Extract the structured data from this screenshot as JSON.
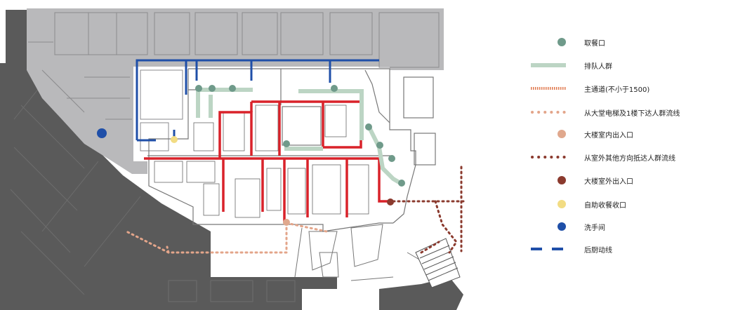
{
  "colors": {
    "pickup": "#6f9a8a",
    "queue": "#bcd5c4",
    "main_aisle": "#e07a4f",
    "inner_flow": "#e3a58a",
    "inner_entrance": "#e0a88d",
    "outer_flow": "#8b3a2e",
    "outer_entrance": "#8b3a2e",
    "tray_return": "#f2dc83",
    "washroom": "#1f4fa8",
    "kitchen_route": "#1f4fa8",
    "red_route": "#d9222a",
    "dark_building": "#585858",
    "grey_building": "#b9b9bb"
  },
  "legend": [
    {
      "symbol": "pickup-dot-icon",
      "label": "取餐口"
    },
    {
      "symbol": "queue-bar-icon",
      "label": "排队人群"
    },
    {
      "symbol": "main-aisle-line-icon",
      "label": "主通道(不小于1500)"
    },
    {
      "symbol": "inner-flow-dotted-icon",
      "label": "从大堂电梯及1楼下达人群流线"
    },
    {
      "symbol": "inner-entrance-dot-icon",
      "label": "大楼室内出入口"
    },
    {
      "symbol": "outer-flow-dotted-icon",
      "label": "从室外其他方向抵达人群流线"
    },
    {
      "symbol": "outer-entrance-dot-icon",
      "label": "大楼室外出入口"
    },
    {
      "symbol": "tray-return-dot-icon",
      "label": "自助收餐收口"
    },
    {
      "symbol": "washroom-dot-icon",
      "label": "洗手间"
    },
    {
      "symbol": "kitchen-route-dashed-icon",
      "label": "后厨动线"
    }
  ]
}
